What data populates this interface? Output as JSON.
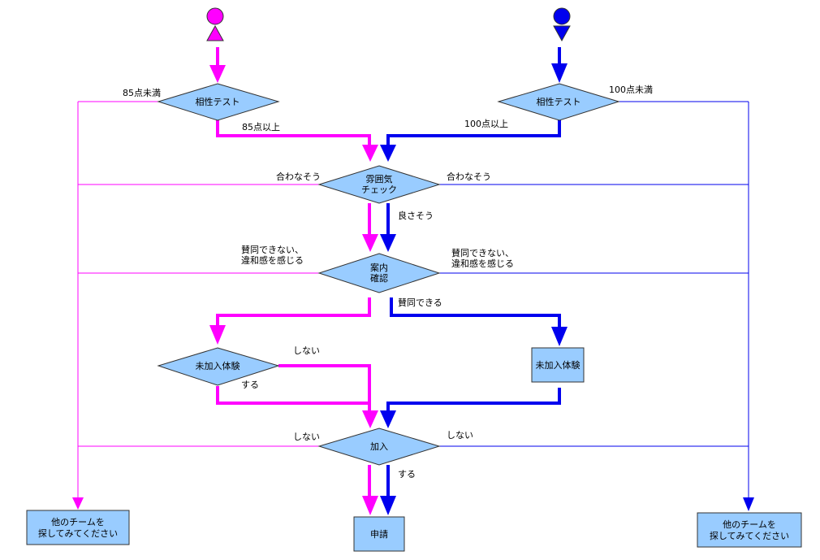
{
  "nodes": {
    "compat_left": "相性テスト",
    "compat_right": "相性テスト",
    "atmosphere_line1": "雰囲気",
    "atmosphere_line2": "チェック",
    "guide_line1": "案内",
    "guide_line2": "確認",
    "trial_decision": "未加入体験",
    "trial_box": "未加入体験",
    "join": "加入",
    "apply": "申請",
    "other_left_line1": "他のチームを",
    "other_left_line2": "探してみてください",
    "other_right_line1": "他のチームを",
    "other_right_line2": "探してみてください"
  },
  "labels": {
    "under85": "85点未満",
    "over85": "85点以上",
    "under100": "100点未満",
    "over100": "100点以上",
    "mismatch_left": "合わなそう",
    "mismatch_right": "合わなそう",
    "looks_good": "良さそう",
    "disagree_left_line1": "賛同できない、",
    "disagree_left_line2": "違和感を感じる",
    "disagree_right_line1": "賛同できない、",
    "disagree_right_line2": "違和感を感じる",
    "agree": "賛同できる",
    "trial_no": "しない",
    "trial_yes": "する",
    "join_no_left": "しない",
    "join_no_right": "しない",
    "join_yes": "する"
  },
  "colors": {
    "magenta": "#ff00ff",
    "blue": "#0000ee",
    "node_fill": "#99ccff"
  }
}
